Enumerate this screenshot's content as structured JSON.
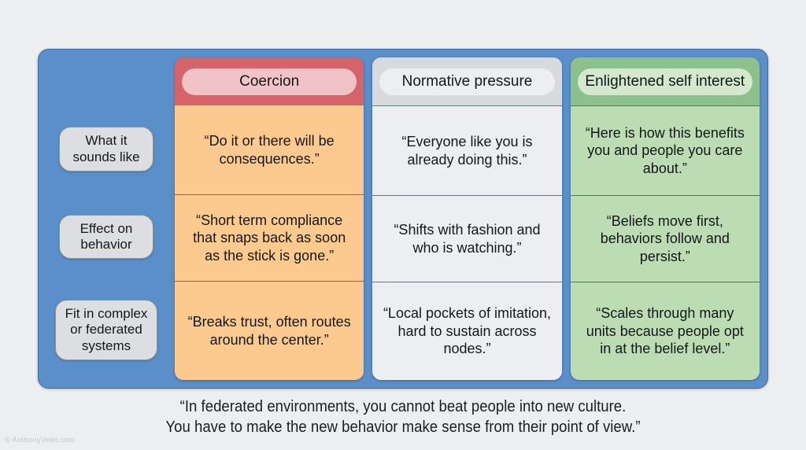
{
  "background_color": "#eceef0",
  "panel": {
    "color": "#5b8fc9",
    "border_color": "#3f6c9e"
  },
  "row_labels": [
    "What it\nsounds like",
    "Effect on\nbehavior",
    "Fit in complex\nor federated\nsystems"
  ],
  "columns": [
    {
      "key": "coercion",
      "header": "Coercion",
      "header_band_color": "#d4646a",
      "header_pill_color": "#f0c4c6",
      "body_color": "#fcca8f",
      "cells": [
        "“Do it or there will be consequences.”",
        "“Short term compliance that snaps back as soon as the stick is gone.”",
        "“Breaks trust, often routes around the center.”"
      ]
    },
    {
      "key": "normative",
      "header": "Normative pressure",
      "header_band_color": "#d7dbe0",
      "header_pill_color": "#eceef1",
      "body_color": "#eceef1",
      "cells": [
        "“Everyone like you is already doing this.”",
        "“Shifts with fashion and who is watching.”",
        "“Local pockets of imitation, hard to sustain across nodes.”"
      ]
    },
    {
      "key": "enlightened",
      "header": "Enlightened self interest",
      "header_band_color": "#8cc08c",
      "header_pill_color": "#d3e8cd",
      "body_color": "#bcdcb4",
      "cells": [
        "“Here is how this benefits you and people you care about.”",
        "“Beliefs move first, behaviors follow and persist.”",
        "“Scales through many units because people opt in at the belief level.”"
      ]
    }
  ],
  "caption": {
    "line1": "“In federated environments, you cannot beat people into new culture.",
    "line2": "You have to make the new behavior make sense from their point of view.”"
  },
  "watermark": "© AnthonyVeltri.com"
}
